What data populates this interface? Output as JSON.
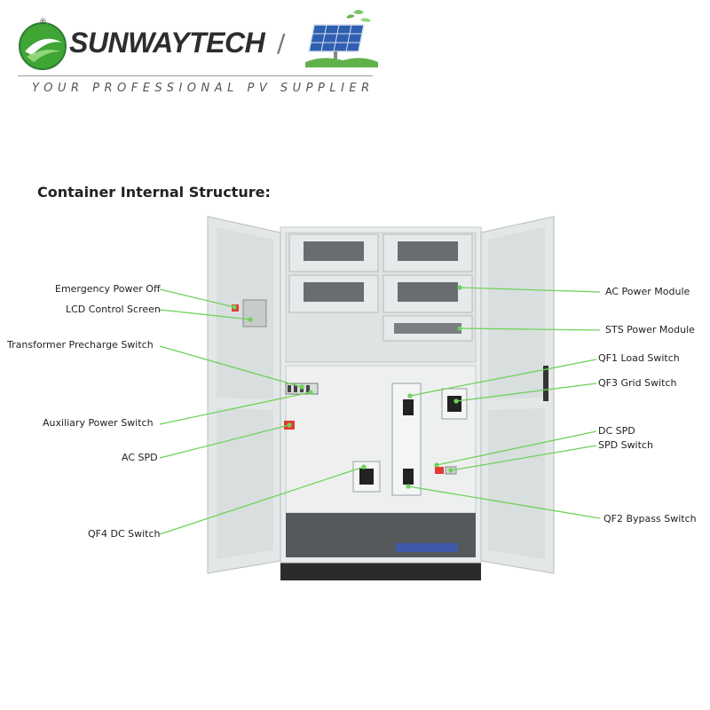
{
  "brand": {
    "name": "SUNWAYTECH",
    "registered_mark": "®",
    "separator": "/",
    "tagline": "YOUR PROFESSIONAL PV SUPPLIER"
  },
  "section_title": "Container Internal Structure:",
  "callouts": {
    "emergency_power_off": "Emergency Power Off",
    "lcd_control_screen": "LCD Control Screen",
    "transformer_precharge_switch": "Transformer Precharge Switch",
    "auxiliary_power_switch": "Auxiliary Power Switch",
    "ac_spd": "AC SPD",
    "qf4_dc_switch": "QF4 DC Switch",
    "ac_power_module": "AC Power Module",
    "sts_power_module": "STS Power Module",
    "qf1_load_switch": "QF1 Load Switch",
    "qf3_grid_switch": "QF3 Grid Switch",
    "dc_spd": "DC SPD",
    "spd_switch": "SPD Switch",
    "qf2_bypass_switch": "QF2 Bypass Switch"
  },
  "colors": {
    "leader_line": "#6ed25a",
    "brand_green": "#4caf50",
    "cabinet_body": "#e9ecec",
    "cabinet_frame": "#c9cfcf",
    "dark_panel": "#3a3d40",
    "red_component": "#e53935"
  }
}
